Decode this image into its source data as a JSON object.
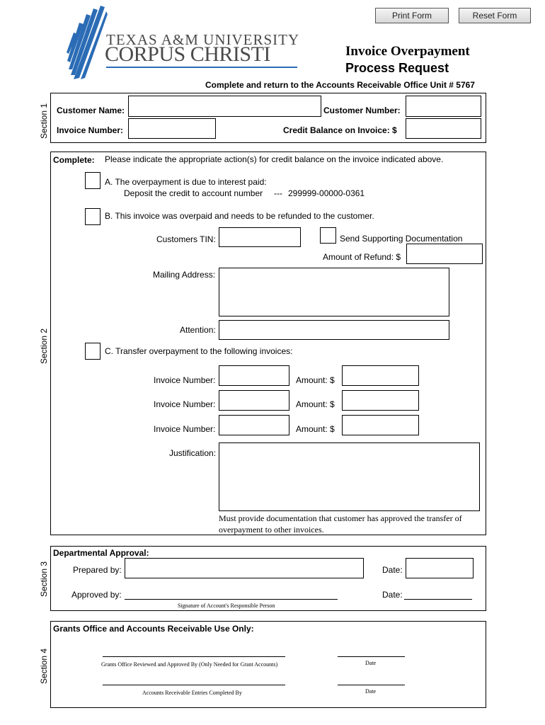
{
  "toolbar": {
    "print_label": "Print Form",
    "reset_label": "Reset Form"
  },
  "header": {
    "logo_line1": "TEXAS A&M UNIVERSITY",
    "logo_line2": "CORPUS CHRISTI",
    "title_line1": "Invoice Overpayment",
    "title_line2": "Process Request",
    "subtitle": "Complete and return to the Accounts Receivable Office Unit # 5767"
  },
  "section1": {
    "side_label": "Section 1",
    "customer_name_label": "Customer Name:",
    "customer_number_label": "Customer Number:",
    "invoice_number_label": "Invoice Number:",
    "credit_balance_label": "Credit Balance on Invoice: $"
  },
  "section2": {
    "side_label": "Section 2",
    "complete_label": "Complete:",
    "complete_text": "Please indicate the appropriate action(s) for credit balance on the invoice indicated above.",
    "option_a_line1": "A. The overpayment is due to interest paid:",
    "option_a_line2": "Deposit the credit to account number",
    "option_a_dashes": "---",
    "option_a_account": "299999-00000-0361",
    "option_b": "B.  This invoice was overpaid and needs to be refunded to the customer.",
    "customers_tin_label": "Customers TIN:",
    "send_docs_label": "Send Supporting Documentation",
    "amount_refund_label": "Amount of Refund: $",
    "mailing_address_label": "Mailing Address:",
    "attention_label": "Attention:",
    "option_c": "C.  Transfer overpayment to the following invoices:",
    "invoice_number_label": "Invoice Number:",
    "amount_label": "Amount: $",
    "justification_label": "Justification:",
    "note_line1": "Must provide documentation that customer has approved the transfer of",
    "note_line2": "overpayment to other invoices."
  },
  "section3": {
    "side_label": "Section 3",
    "heading": "Departmental Approval:",
    "prepared_by_label": "Prepared by:",
    "date_label": "Date:",
    "approved_by_label": "Approved by:",
    "signature_caption": "Signature of Account's Responsible Person"
  },
  "section4": {
    "side_label": "Section 4",
    "heading": "Grants Office and Accounts Receivable Use Only:",
    "grants_caption": "Grants Office Reviewed and Approved By (Only Needed for Grant Accounts)",
    "ar_caption": "Accounts Receivable Entries Completed By",
    "date_caption": "Date"
  },
  "colors": {
    "logo_blue": "#2b6cb5",
    "logo_gray": "#4a4a4a"
  }
}
